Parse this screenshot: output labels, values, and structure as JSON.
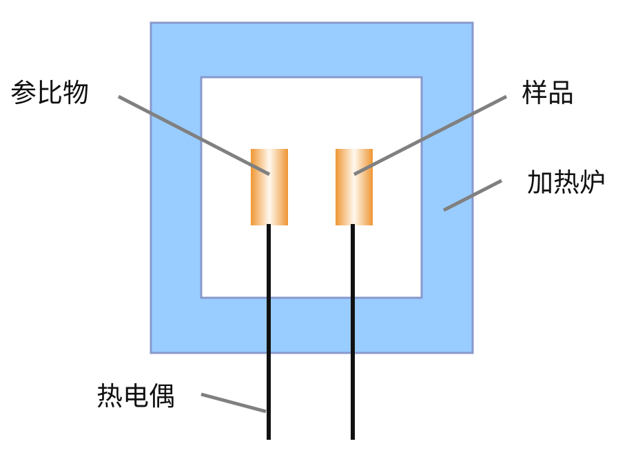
{
  "labels": {
    "reference": "参比物",
    "sample": "样品",
    "furnace": "加热炉",
    "thermocouple": "热电偶"
  },
  "colors": {
    "furnace_fill": "#99ccff",
    "furnace_border": "#8899cc",
    "crucible": "#f0a040",
    "leader": "#808080",
    "wire": "#111111"
  }
}
